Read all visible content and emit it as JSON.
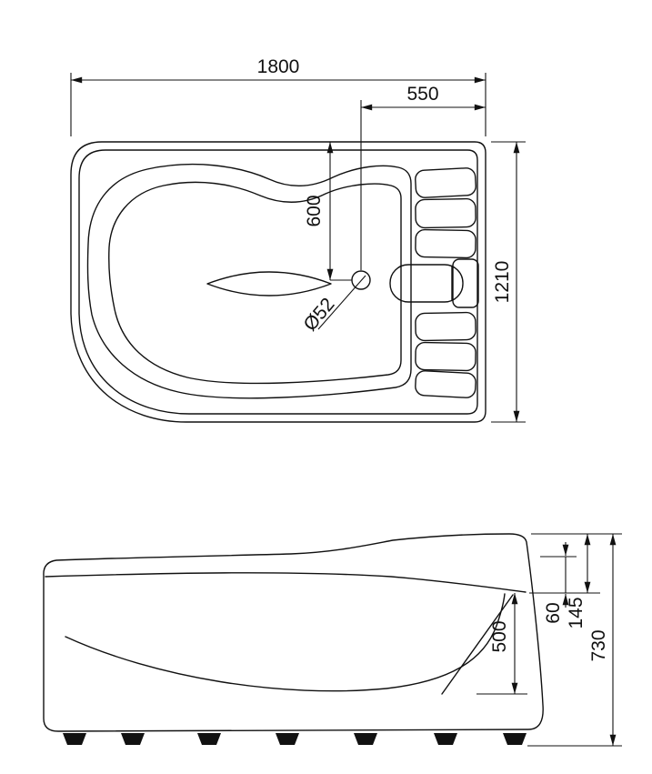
{
  "drawing": {
    "ink_color": "#111111",
    "background_color": "#ffffff",
    "top_view": {
      "overall_length": "1800",
      "drain_offset_from_right": "550",
      "drain_offset_from_top": "600",
      "drain_diameter": "Ø52",
      "overall_width": "1210"
    },
    "side_view": {
      "rim_front_drop": "60",
      "rim_band_height": "145",
      "basin_depth": "500",
      "overall_height": "730"
    }
  }
}
